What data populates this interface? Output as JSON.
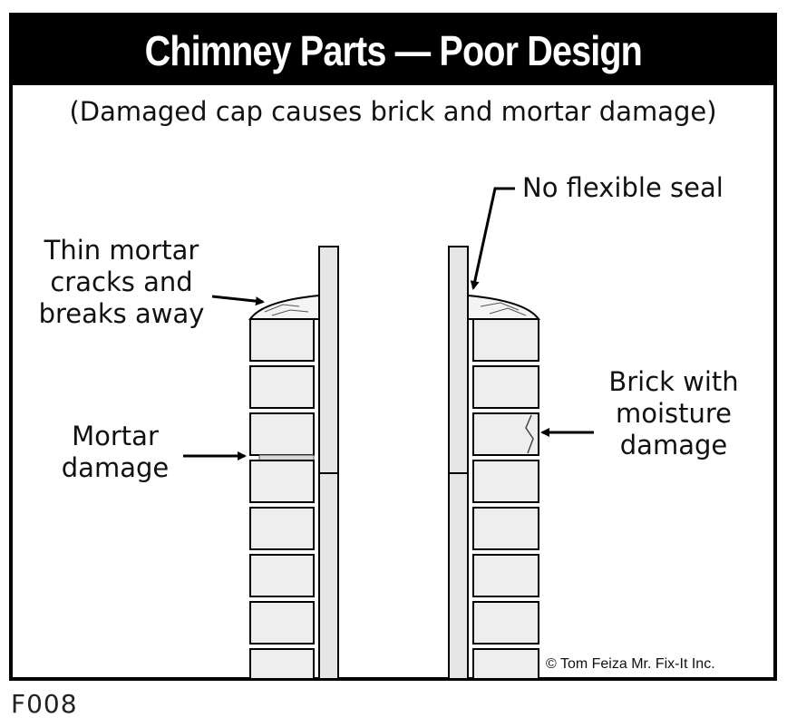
{
  "title": "Chimney Parts — Poor Design",
  "subtitle": "(Damaged cap causes brick and mortar damage)",
  "labels": {
    "no_flexible_seal": "No flexible seal",
    "thin_mortar": [
      "Thin mortar",
      "cracks and",
      "breaks away"
    ],
    "mortar_damage": [
      "Mortar",
      "damage"
    ],
    "brick_moisture": [
      "Brick with",
      "moisture",
      "damage"
    ]
  },
  "copyright": "© Tom Feiza Mr. Fix-It Inc.",
  "code": "F008",
  "colors": {
    "brick_fill": "#eeeeee",
    "flue_fill": "#e6e6e6",
    "outline": "#000000",
    "title_bg": "#000000",
    "title_fg": "#ffffff"
  },
  "icons": [
    "arrow-icon",
    "chimney-cap-icon",
    "brick-icon",
    "flue-liner-icon",
    "moisture-crack-icon",
    "mortar-crack-icon"
  ]
}
